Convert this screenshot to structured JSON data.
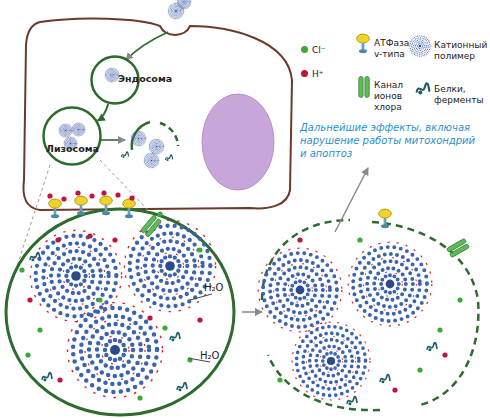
{
  "diagram": {
    "nodes": [
      {
        "text": [
          "Эндосома"
        ]
      },
      {
        "text": [
          "Лизосома"
        ]
      }
    ],
    "edges": [
      {
        "from": 0,
        "to": 1,
        "arrow": "to"
      }
    ],
    "labels": [
      "Дальнейшие эффекты, включая нарушение работы митохондрий и апоптоз",
      "H₂O",
      "H₂O"
    ],
    "legend": [
      {
        "text": "Cl⁻",
        "color": "#3aaa35"
      },
      {
        "text": "H⁺",
        "color": "#c0143c"
      },
      {
        "text": "АТФаза v-типа"
      },
      {
        "text": "Канал ионов хлора"
      },
      {
        "text": "Катионный полимер"
      },
      {
        "text": "Белки, ферменты"
      }
    ]
  }
}
